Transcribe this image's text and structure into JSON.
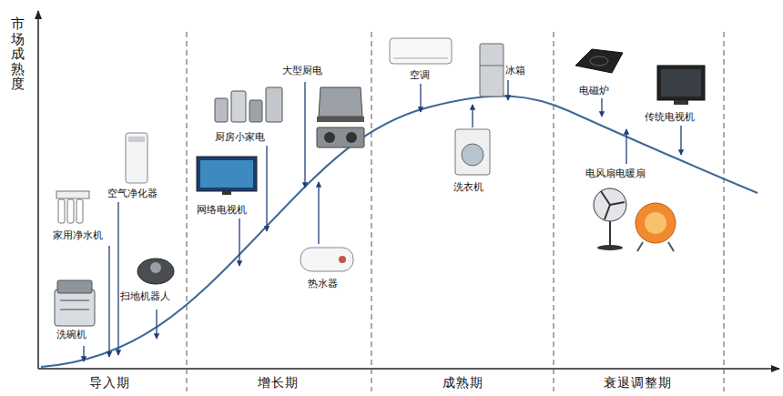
{
  "diagram": {
    "labels": [
      "市场成熟度",
      "导入期",
      "增长期",
      "成熟期",
      "衰退调整期",
      "洗碗机",
      "家用净水机",
      "空气净化器",
      "扫地机器人",
      "网络电视机",
      "厨房小家电",
      "大型厨电",
      "热水器",
      "空调",
      "冰箱",
      "洗衣机",
      "电磁炉",
      "传统电视机",
      "电风扇电暖扇"
    ]
  }
}
